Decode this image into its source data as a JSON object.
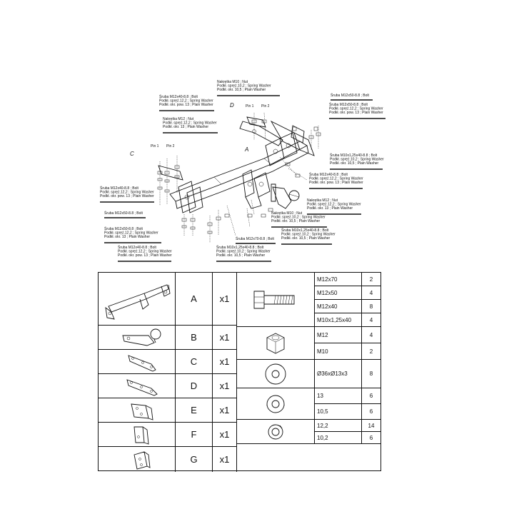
{
  "diagram": {
    "callouts": [
      {
        "id": "nut-m10-top",
        "lines": [
          "Nakrętka  M10 ; Nut",
          "Podkł. spręż.10,2 ; Spring Washer",
          "Podkł. okr.  10,5 ; Plain Washer"
        ]
      },
      {
        "id": "bolt-m12x50-top",
        "lines": [
          "Śruba M12x50-8.8 ;  Bolt"
        ]
      },
      {
        "id": "bolt-m12x50-right",
        "lines": [
          "Śruba M12x50-8.8 ;  Bolt",
          "Podkł. spręż.12,2 ; Spring Washer",
          "Podkł. okr. pow. 13 ; Plain Washer"
        ]
      },
      {
        "id": "bolt-m12x40-upper",
        "lines": [
          "Śruba M12x40-8.8 ;  Bolt",
          "Podkł. spręż.12,2 ; Spring Washer",
          "Podkł. okr. pow. 13 ; Plain Washer"
        ]
      },
      {
        "id": "nut-m12-upper",
        "lines": [
          "Nakrętka  M12 ; Nut",
          "Podkł. spręż.12,2 ; Spring Washer",
          "Podkł. okr. 13 ; Plain Washer"
        ]
      },
      {
        "id": "bolt-m10-right",
        "lines": [
          "Śruba M10x1,25x40-8.8 ;  Bolt",
          "Podkł. spręż.10,2 ; Spring Washer",
          "Podkł. okr. 10,5 ; Plain Washer"
        ]
      },
      {
        "id": "bolt-m12x40-right",
        "lines": [
          "Śruba M12x40-8.8 ;  Bolt",
          "Podkł. spręż.12,2 ; Spring Washer",
          "Podkł. okr. pow. 13 ; Plain Washer"
        ]
      },
      {
        "id": "bolt-m12x40-left",
        "lines": [
          "Śruba M12x40-8.8 ;  Bolt",
          "Podkł. spręż.12,2 ; Spring Washer",
          "Podkł. okr. pow. 13 ; Plain Washer"
        ]
      },
      {
        "id": "nut-m12-right",
        "lines": [
          "Nakrętka  M12 ; Nut",
          "Podkł. spręż.12,2 ; Spring Washer",
          "Podkł. okr.  13 ; Plain Washer"
        ]
      },
      {
        "id": "bolt-m12x50-left",
        "lines": [
          "Śruba M12x50-8.8 ;  Bolt"
        ]
      },
      {
        "id": "nut-m10-mid",
        "lines": [
          "Nakrętka  M10 ; Nut",
          "Podkł. spręż.10,2 ; Spring Washer",
          "Podkł. okr.  10,5 ; Plain Washer"
        ]
      },
      {
        "id": "bolt-m12x50-lower",
        "lines": [
          "Śruba M12x50-8.8 ;  Bolt",
          "Podkł. spręż.12,2 ; Spring Washer",
          "Podkł. okr. 13 ; Plain Washer"
        ]
      },
      {
        "id": "bolt-m10-lower",
        "lines": [
          "Śruba M10x1,25x40-8.8 ;  Bolt",
          "Podkł. spręż.10,2 ; Spring Washer",
          "Podkł. okr. 10,5 ; Plain Washer"
        ]
      },
      {
        "id": "bolt-m12x70",
        "lines": [
          "Śruba M12x70-8.8 ;  Bolt"
        ]
      },
      {
        "id": "bolt-m12x40-bottom",
        "lines": [
          "Śruba M12x40-8.8 ;  Bolt",
          "Podkł. spręż.12,2 ; Spring Washer",
          "Podkł. okr. pow. 13 ; Plain Washer"
        ]
      },
      {
        "id": "bolt-m10-bottom",
        "lines": [
          "Śruba M10x1,25x40-8.8 ;  Bolt",
          "Podkł. spręż.10,2 ; Spring Washer",
          "Podkł. okr. 10,5 ; Plain Washer"
        ]
      }
    ],
    "letters": {
      "a": "A",
      "c": "C",
      "d": "D",
      "pin1": "Pin 1",
      "pin2": "Pin 2",
      "pin1b": "Pin 1",
      "pin2b": "Pin 2"
    }
  },
  "parts": [
    {
      "letter": "A",
      "qty": "x1",
      "icon": "crossbar-icon"
    },
    {
      "letter": "B",
      "qty": "x1",
      "icon": "towball-icon"
    },
    {
      "letter": "C",
      "qty": "x1",
      "icon": "bracket-c-icon"
    },
    {
      "letter": "D",
      "qty": "x1",
      "icon": "bracket-d-icon"
    },
    {
      "letter": "E",
      "qty": "x1",
      "icon": "plate-e-icon"
    },
    {
      "letter": "F",
      "qty": "x1",
      "icon": "plate-f-icon"
    },
    {
      "letter": "G",
      "qty": "x1",
      "icon": "plate-g-icon"
    }
  ],
  "hardware": [
    {
      "group": "bolts",
      "icon": "bolt-icon",
      "items": [
        {
          "size": "M12x70",
          "count": "2"
        },
        {
          "size": "M12x50",
          "count": "4"
        },
        {
          "size": "M12x40",
          "count": "8"
        },
        {
          "size": "M10x1,25x40",
          "count": "4"
        }
      ]
    },
    {
      "group": "nuts",
      "icon": "nut-icon",
      "items": [
        {
          "size": "M12",
          "count": "4"
        },
        {
          "size": "M10",
          "count": "2"
        }
      ]
    },
    {
      "group": "large-washer",
      "icon": "large-washer-icon",
      "items": [
        {
          "size": "Ø36xØ13x3",
          "count": "8"
        }
      ]
    },
    {
      "group": "plain-washers",
      "icon": "plain-washer-icon",
      "items": [
        {
          "size": "13",
          "count": "6"
        },
        {
          "size": "10,5",
          "count": "6"
        }
      ]
    },
    {
      "group": "spring-washers",
      "icon": "spring-washer-icon",
      "items": [
        {
          "size": "12,2",
          "count": "14"
        },
        {
          "size": "10,2",
          "count": "6"
        }
      ]
    }
  ]
}
